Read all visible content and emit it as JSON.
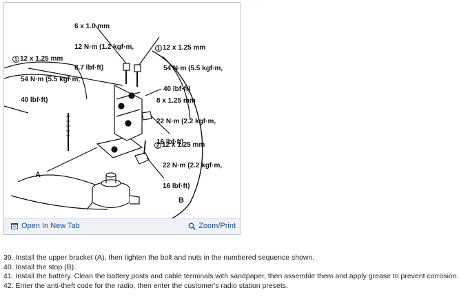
{
  "diagram": {
    "callouts": {
      "top_bolt": {
        "line1": "6 x 1.0 mm",
        "line2": "12 N·m (1.2 kgf·m,",
        "line3": "8.7 lbf·ft)"
      },
      "nut1_right": {
        "seq": "1",
        "line1": "12 x 1.25 mm",
        "line2": "54 N·m (5.5 kgf·m,",
        "line3": "40 lbf·ft)"
      },
      "nut1_left": {
        "seq": "1",
        "line1": "12 x 1.25 mm",
        "line2": "54 N·m (5.5 kgf·m,",
        "line3": "40 lbf·ft)"
      },
      "bolt_mid": {
        "line1": "8 x 1.25 mm",
        "line2": "22 N·m (2.2 kgf·m,",
        "line3": "16 lbf·ft)"
      },
      "nut2": {
        "seq": "2",
        "line1": "12 x 1.25 mm",
        "line2": "22 N·m (2.2 kgf·m,",
        "line3": "16 lbf·ft)"
      }
    },
    "label_a": "A",
    "label_b": "B"
  },
  "footer": {
    "open_tab": "Open In New Tab",
    "zoom_print": "Zoom/Print"
  },
  "steps": [
    "39. Install the upper bracket (A), then tighten the bolt and nuts in the numbered sequence shown.",
    "40. Install the stop (B).",
    "41. Install the battery. Clean the battery posts and cable terminals with sandpaper, then assemble them and apply grease to prevent corrosion.",
    "42. Enter the anti-theft code for the radio, then enter the customer's radio station presets."
  ]
}
